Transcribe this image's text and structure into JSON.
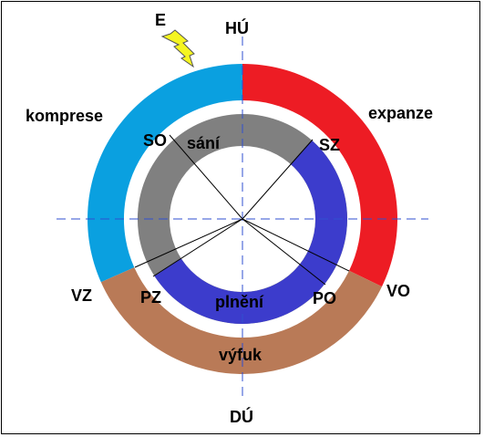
{
  "labels": {
    "top": "HÚ",
    "bottom": "DÚ",
    "spark_label": "E",
    "compression": "komprese",
    "expansion": "expanze",
    "intake_open": "SO",
    "intake": "sání",
    "intake_close": "SZ",
    "exhaust_close": "VZ",
    "exhaust_open": "VO",
    "filling_close": "PZ",
    "filling": "plnění",
    "filling_open": "PO",
    "exhaust": "výfuk"
  },
  "colors": {
    "compression": "#0aa0e0",
    "expansion": "#ed1c24",
    "exhaust": "#b97a57",
    "intake": "#808080",
    "filling": "#3c3ccc",
    "axis": "#2f4fd0",
    "spark": "#f5f520"
  },
  "icons": {
    "spark": "lightning-bolt-icon"
  }
}
